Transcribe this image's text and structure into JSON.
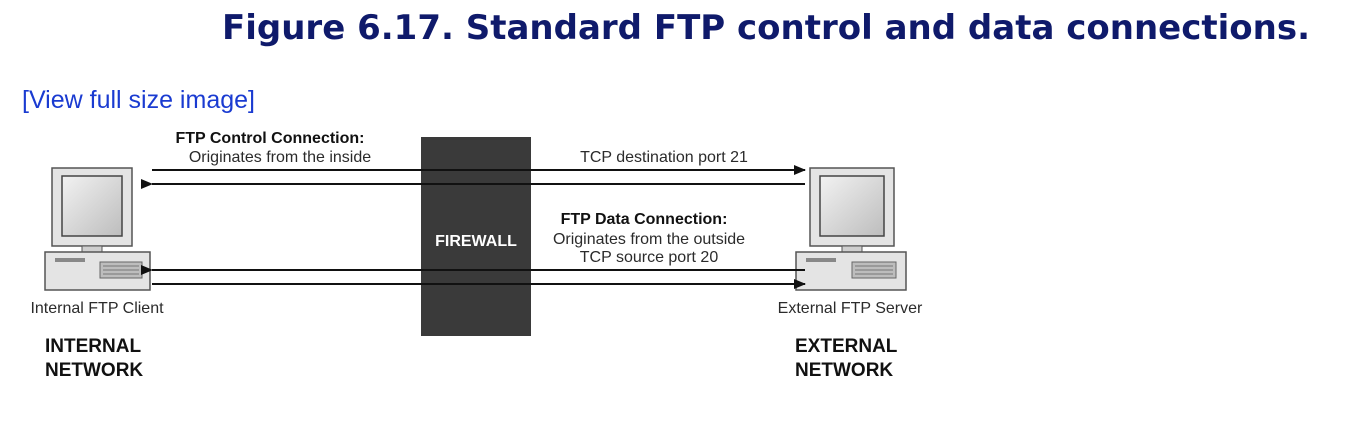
{
  "figure": {
    "title": "Figure 6.17. Standard FTP control and data connections.",
    "view_link": "[View full size image]"
  },
  "diagram": {
    "control": {
      "heading": "FTP Control Connection:",
      "origin": "Originates from the inside",
      "port": "TCP destination port 21"
    },
    "data": {
      "heading": "FTP Data Connection:",
      "origin": "Originates from the outside",
      "port": "TCP source port 20"
    },
    "firewall": "FIREWALL",
    "client": {
      "label": "Internal FTP Client",
      "network_line1": "INTERNAL",
      "network_line2": "NETWORK"
    },
    "server": {
      "label": "External FTP Server",
      "network_line1": "EXTERNAL",
      "network_line2": "NETWORK"
    }
  },
  "colors": {
    "title": "#0f1a6b",
    "link": "#1a3bd1",
    "firewall": "#3a3a3a",
    "monitor_screen": "#cfcfcf",
    "case": "#e4e4e4"
  }
}
